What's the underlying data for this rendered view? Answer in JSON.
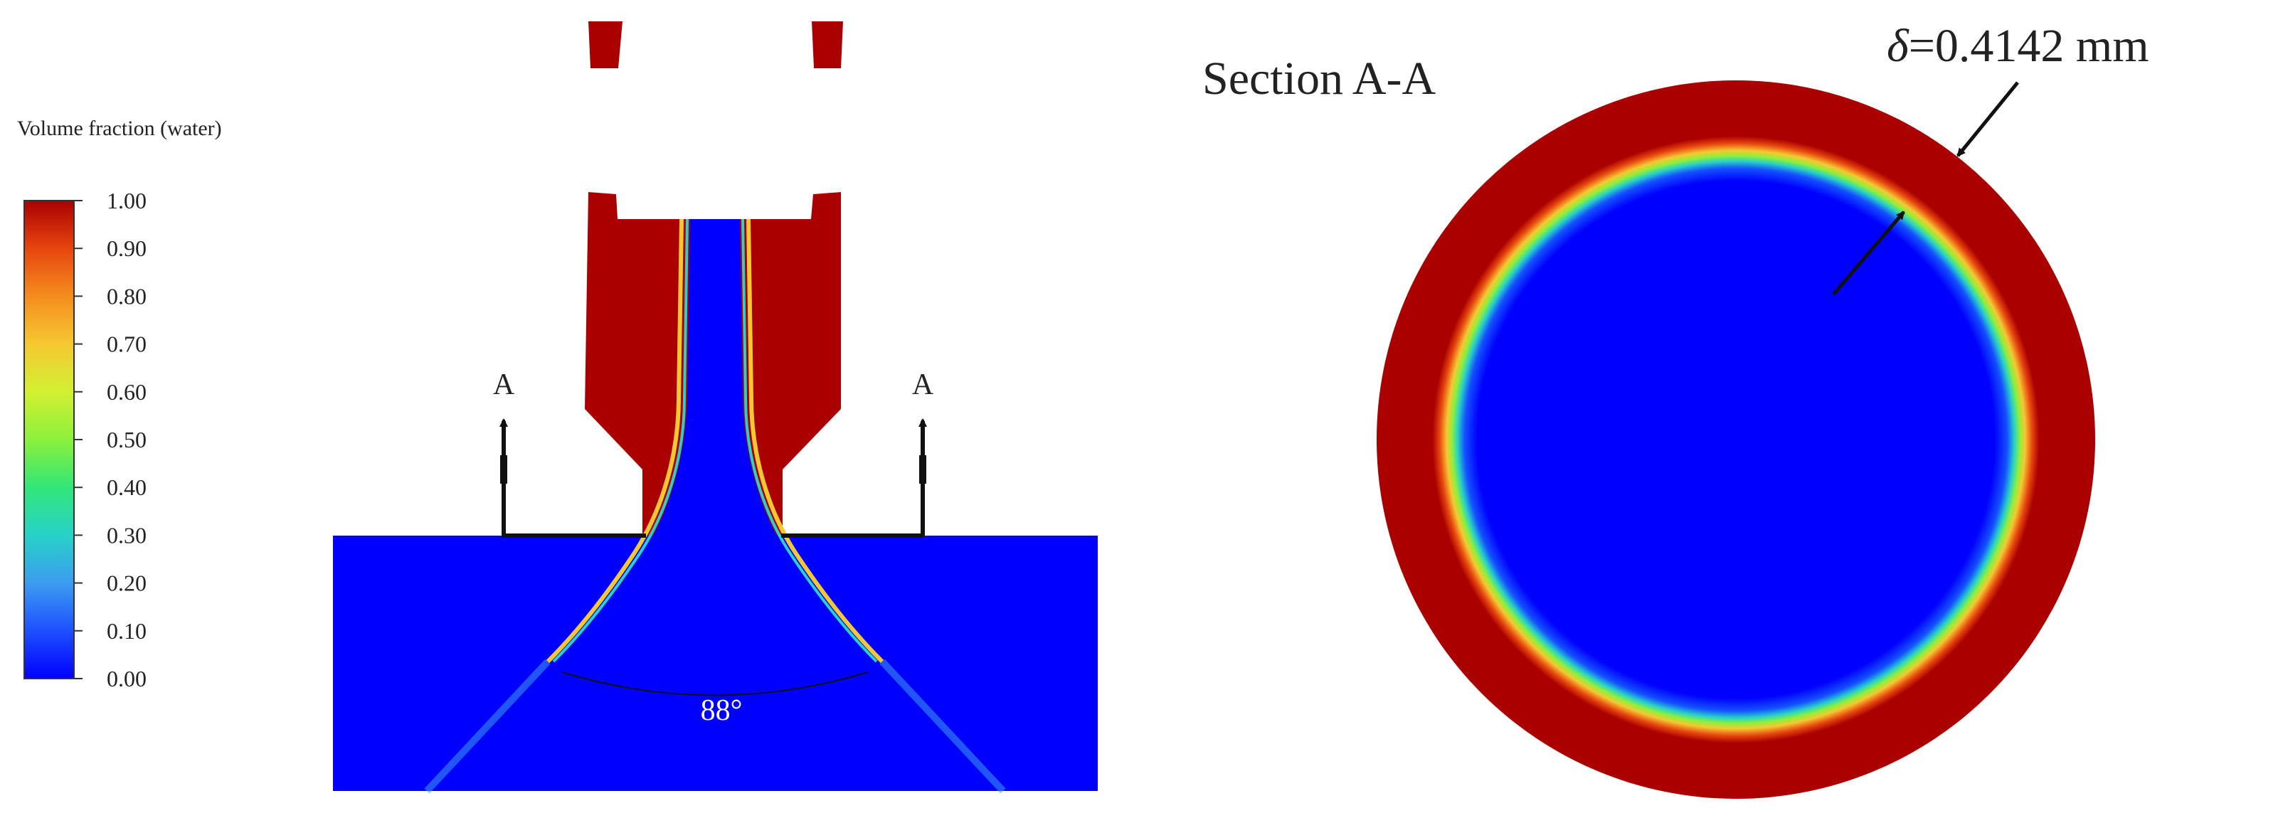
{
  "colorbar": {
    "title": "Volume fraction (water)",
    "ticks": [
      "1.00",
      "0.90",
      "0.80",
      "0.70",
      "0.60",
      "0.50",
      "0.40",
      "0.30",
      "0.20",
      "0.10",
      "0.00"
    ],
    "colors": [
      "#0000ff",
      "#1e50ff",
      "#3c9cf0",
      "#28d2c8",
      "#32e678",
      "#8cf03c",
      "#d2f032",
      "#f5c832",
      "#f58c1e",
      "#e6460f",
      "#aa0000"
    ]
  },
  "section": {
    "marker_left": "A",
    "marker_right": "A",
    "angle_label": "88°"
  },
  "cross_section": {
    "title": "Section A-A",
    "thickness_symbol": "δ",
    "thickness_value": "=0.4142 mm"
  },
  "colors": {
    "water": "#0000ff",
    "air": "#aa0000",
    "annotation": "#111111"
  }
}
